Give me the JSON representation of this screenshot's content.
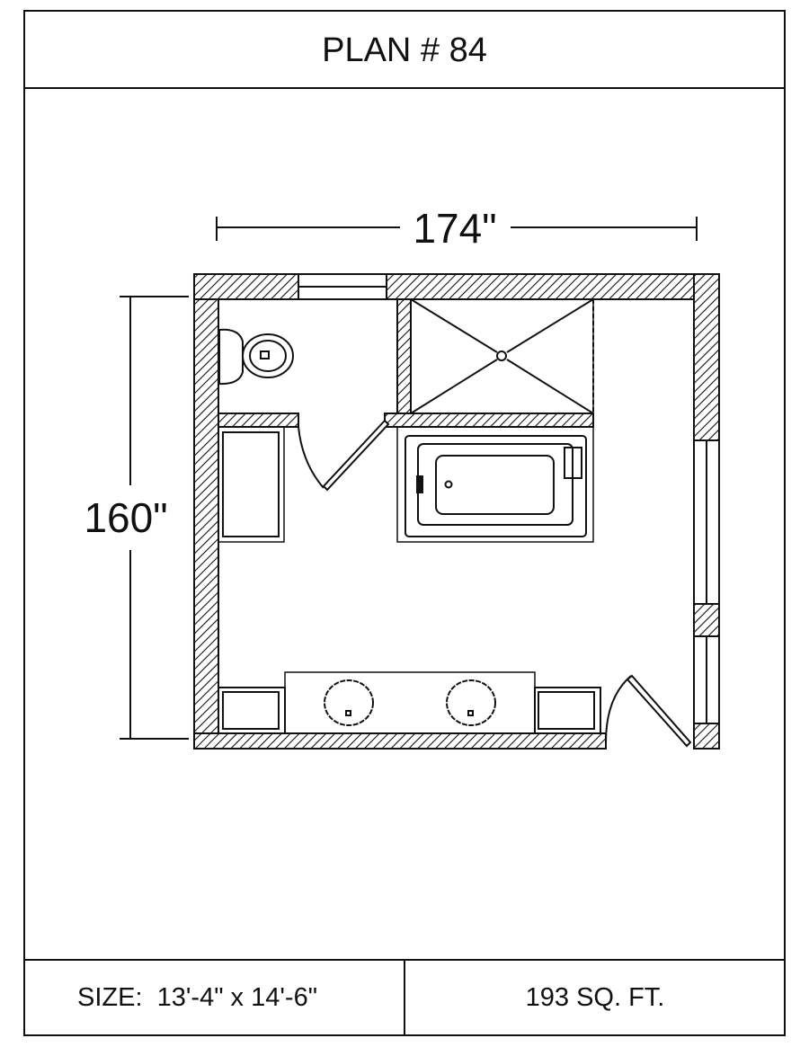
{
  "title": "PLAN # 84",
  "dimensions": {
    "width_label": "174\"",
    "height_label": "160\""
  },
  "footer": {
    "size_label": "SIZE:  13'-4\" x 14'-6\"",
    "area_label": "193 SQ. FT."
  },
  "fixtures": [
    "toilet",
    "shower",
    "bathtub",
    "linen-closet",
    "double-vanity",
    "sink",
    "sink",
    "door",
    "door",
    "window",
    "window"
  ],
  "colors": {
    "line": "#111111",
    "background": "#ffffff"
  }
}
